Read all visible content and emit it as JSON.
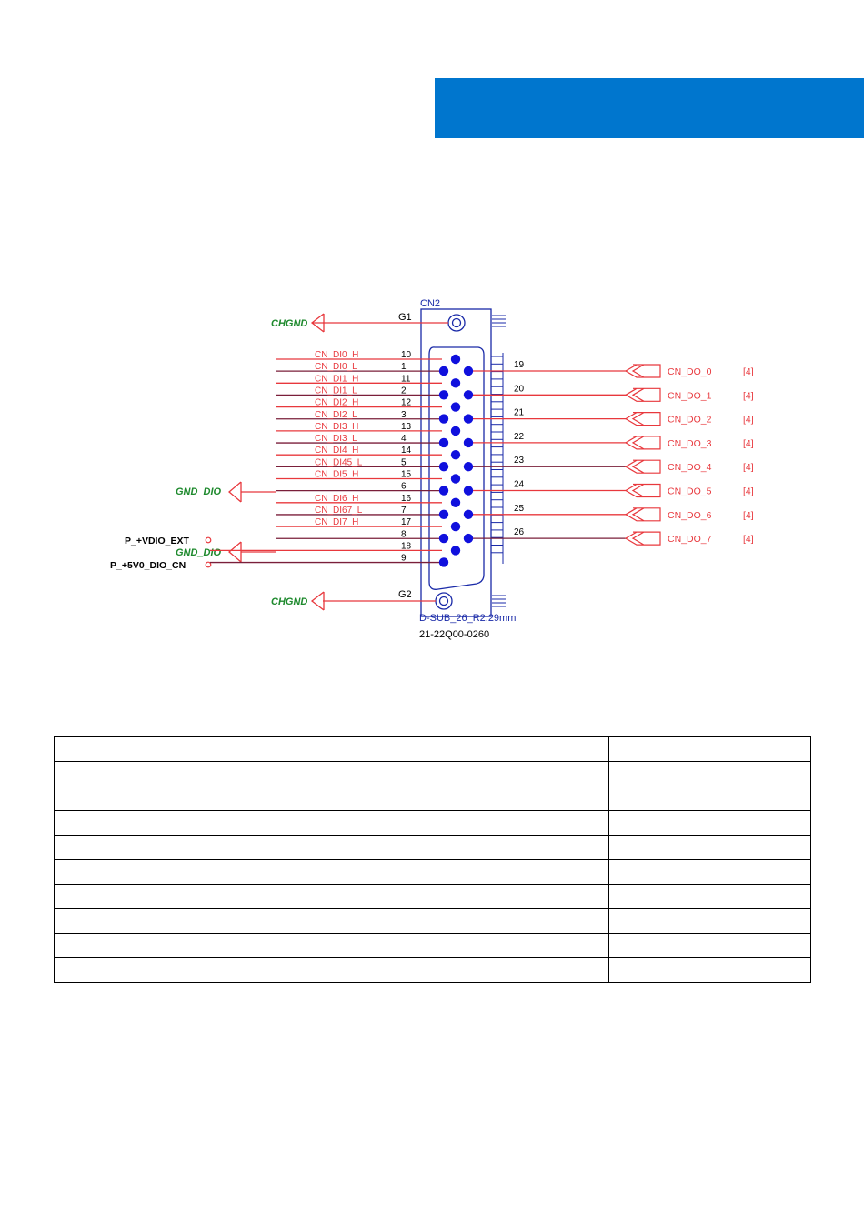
{
  "header": {
    "banner_color": "#0076ce"
  },
  "colors": {
    "net_red": "#e8383d",
    "wire_dark": "#7a1f3a",
    "ground_green": "#1f8a2e",
    "connector_blue": "#1a2aa8",
    "pin_blue": "#1010dd",
    "power_black": "#000000"
  },
  "connector": {
    "refdes": "CN2",
    "footprint": "D-SUB_26_R2.29mm",
    "part_number": "21-22Q00-0260",
    "shield_top_label": "G1",
    "shield_bottom_label": "G2"
  },
  "ground_symbols": {
    "chassis_top": "CHGND",
    "chassis_bottom": "CHGND",
    "dio_upper": "GND_DIO",
    "dio_lower": "GND_DIO"
  },
  "power_nets": {
    "vdio_ext": "P_+VDIO_EXT",
    "p5v0_dio": "P_+5V0_DIO_CN"
  },
  "left_nets": [
    {
      "name": "CN_DI0_H",
      "pin": "10"
    },
    {
      "name": "CN_DI0_L",
      "pin": "1"
    },
    {
      "name": "CN_DI1_H",
      "pin": "11"
    },
    {
      "name": "CN_DI1_L",
      "pin": "2"
    },
    {
      "name": "CN_DI2_H",
      "pin": "12"
    },
    {
      "name": "CN_DI2_L",
      "pin": "3"
    },
    {
      "name": "CN_DI3_H",
      "pin": "13"
    },
    {
      "name": "CN_DI3_L",
      "pin": "4"
    },
    {
      "name": "CN_DI4_H",
      "pin": "14"
    },
    {
      "name": "CN_DI45_L",
      "pin": "5"
    },
    {
      "name": "CN_DI5_H",
      "pin": "15"
    },
    {
      "name": "",
      "pin": "6"
    },
    {
      "name": "CN_DI6_H",
      "pin": "16"
    },
    {
      "name": "CN_DI67_L",
      "pin": "7"
    },
    {
      "name": "CN_DI7_H",
      "pin": "17"
    },
    {
      "name": "",
      "pin": "8"
    },
    {
      "name": "",
      "pin": "18"
    },
    {
      "name": "",
      "pin": "9"
    }
  ],
  "right_nets": [
    {
      "pin": "19",
      "name": "CN_DO_0",
      "ref": "[4]"
    },
    {
      "pin": "20",
      "name": "CN_DO_1",
      "ref": "[4]"
    },
    {
      "pin": "21",
      "name": "CN_DO_2",
      "ref": "[4]"
    },
    {
      "pin": "22",
      "name": "CN_DO_3",
      "ref": "[4]"
    },
    {
      "pin": "23",
      "name": "CN_DO_4",
      "ref": "[4]"
    },
    {
      "pin": "24",
      "name": "CN_DO_5",
      "ref": "[4]"
    },
    {
      "pin": "25",
      "name": "CN_DO_6",
      "ref": "[4]"
    },
    {
      "pin": "26",
      "name": "CN_DO_7",
      "ref": "[4]"
    }
  ],
  "pin_table": {
    "rows": [
      [
        "",
        "",
        "",
        "",
        "",
        ""
      ],
      [
        "",
        "",
        "",
        "",
        "",
        ""
      ],
      [
        "",
        "",
        "",
        "",
        "",
        ""
      ],
      [
        "",
        "",
        "",
        "",
        "",
        ""
      ],
      [
        "",
        "",
        "",
        "",
        "",
        ""
      ],
      [
        "",
        "",
        "",
        "",
        "",
        ""
      ],
      [
        "",
        "",
        "",
        "",
        "",
        ""
      ],
      [
        "",
        "",
        "",
        "",
        "",
        ""
      ],
      [
        "",
        "",
        "",
        "",
        "",
        ""
      ],
      [
        "",
        "",
        "",
        "",
        "",
        ""
      ]
    ]
  }
}
